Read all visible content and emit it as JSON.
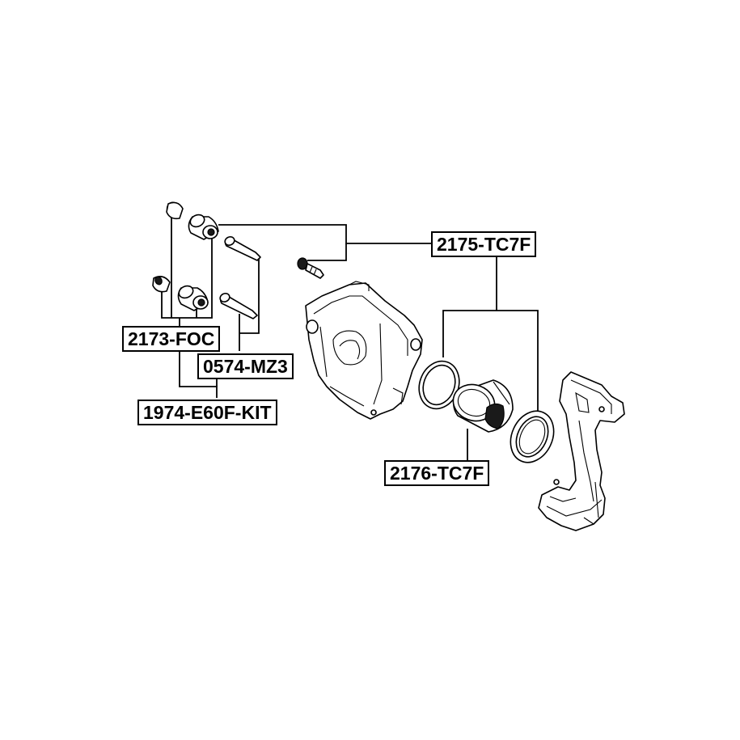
{
  "labels": {
    "piston_seal_kit": "2175-TC7F",
    "guide_sleeve_kit": "2173-FOC",
    "guide_pin": "0574-MZ3",
    "repair_kit": "1974-E60F-KIT",
    "piston": "2176-TC7F"
  },
  "colors": {
    "line": "#000000",
    "background": "#ffffff"
  }
}
